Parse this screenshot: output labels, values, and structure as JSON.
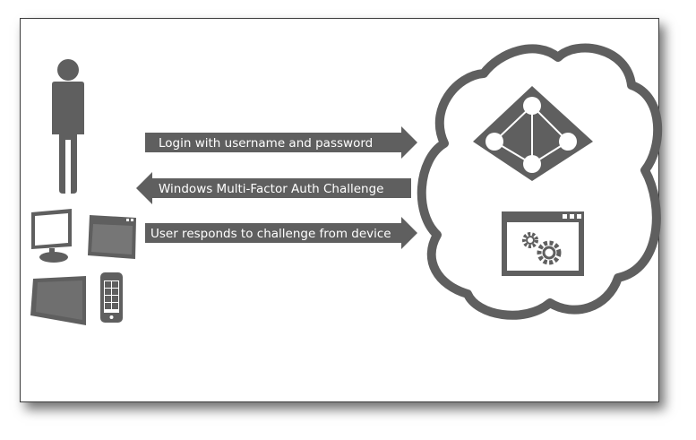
{
  "arrows": [
    {
      "direction": "right",
      "label": "Login with username and password"
    },
    {
      "direction": "left",
      "label": "Windows Multi-Factor Auth Challenge"
    },
    {
      "direction": "right",
      "label": "User responds to challenge from device"
    }
  ],
  "colors": {
    "fill": "#5f5f5f",
    "background": "#ffffff",
    "frame_border": "#3c3c3c"
  },
  "icons": {
    "user": "person-icon",
    "devices": [
      "monitor-icon",
      "browser-window-icon",
      "tablet-icon",
      "phone-icon"
    ],
    "cloud": "cloud-icon",
    "directory": "azure-active-directory-icon",
    "application": "app-window-gears-icon"
  }
}
